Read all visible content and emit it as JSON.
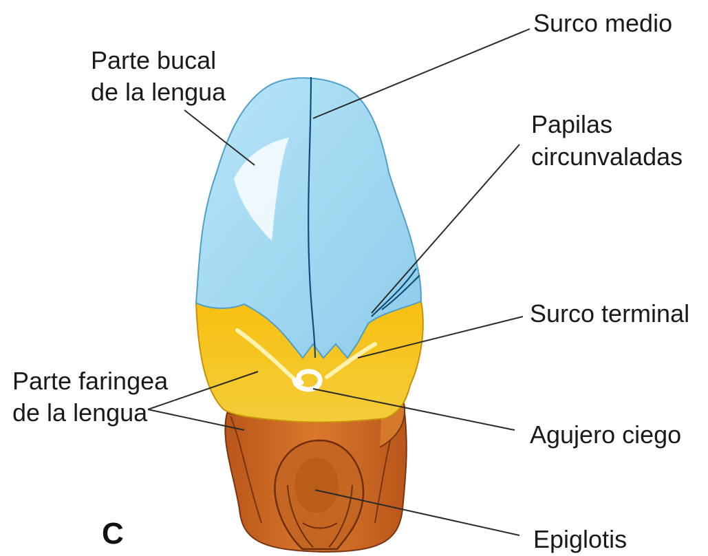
{
  "labels": {
    "surco_medio": "Surco medio",
    "parte_bucal_1": "Parte bucal",
    "parte_bucal_2": "de la lengua",
    "papilas_1": "Papilas",
    "papilas_2": "circunvaladas",
    "surco_terminal": "Surco terminal",
    "parte_faringea_1": "Parte faringea",
    "parte_faringea_2": "de la lengua",
    "agujero_ciego": "Agujero ciego",
    "epiglotis": "Epiglotis"
  },
  "panel_letter": "C",
  "colors": {
    "oral_part": "#9fd6f0",
    "oral_edge": "#5aa8d4",
    "pharyngeal_part": "#f6c21c",
    "pharyngeal_edge": "#d79b08",
    "epiglottis": "#c8651f",
    "epiglottis_dark": "#8c3e10",
    "groove": "#0d4f7a"
  }
}
